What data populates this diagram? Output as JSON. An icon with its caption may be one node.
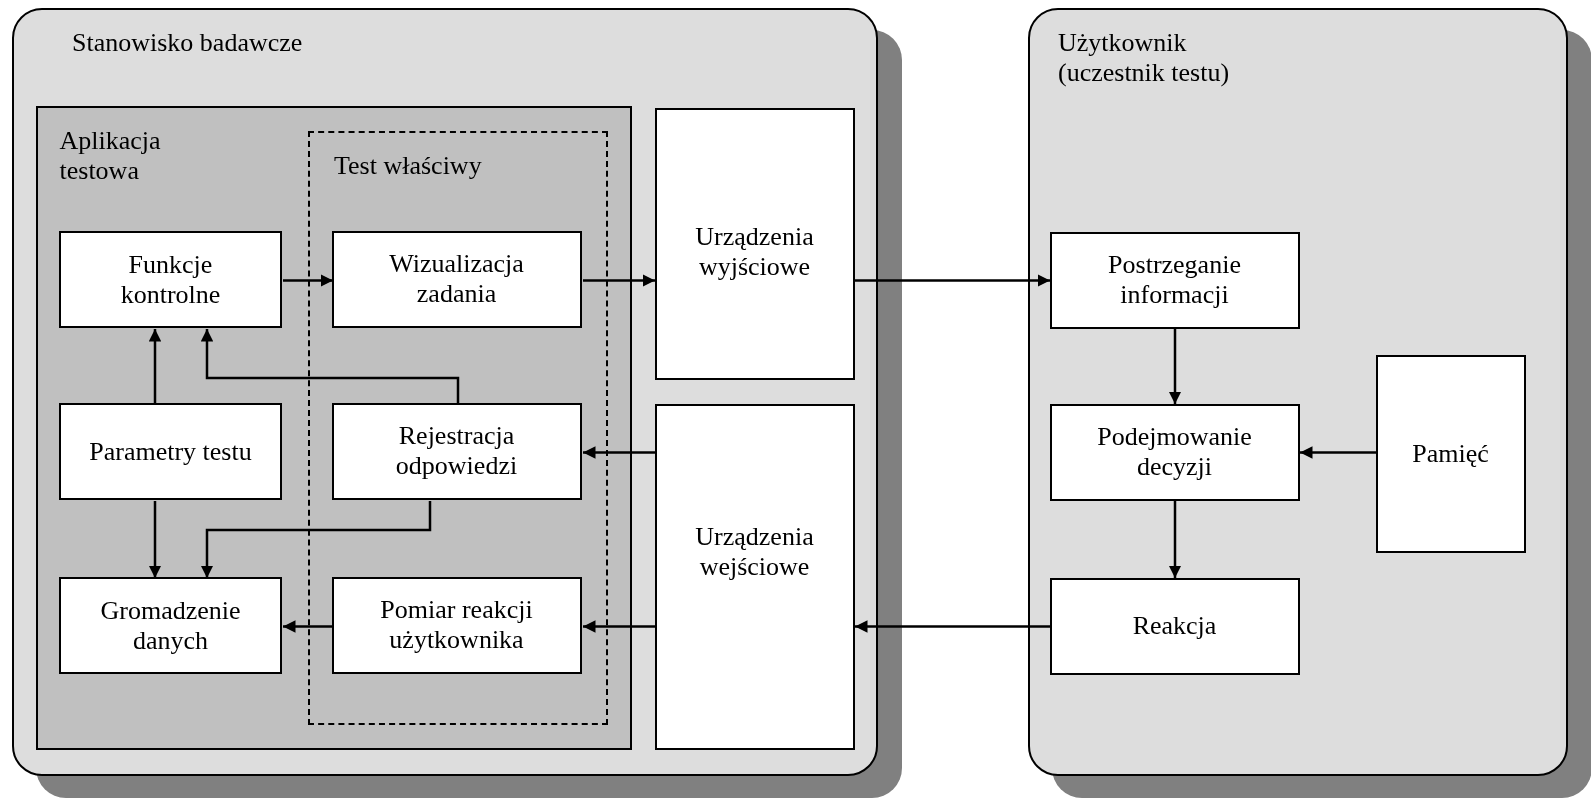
{
  "diagram": {
    "nodes": [
      {
        "text": [
          "Stanowisko badawcze"
        ]
      },
      {
        "text": [
          "Aplikacja testowa"
        ],
        "in": 0
      },
      {
        "text": [
          "Test właściwy"
        ],
        "in": 1
      },
      {
        "text": [
          "Funkcje kontrolne"
        ],
        "in": 1
      },
      {
        "text": [
          "Wizualizacja zadania"
        ],
        "in": 2
      },
      {
        "text": [
          "Urządzenia wyjściowe"
        ],
        "in": 0
      },
      {
        "text": [
          "Parametry testu"
        ],
        "in": 1
      },
      {
        "text": [
          "Rejestracja odpowiedzi"
        ],
        "in": 2
      },
      {
        "text": [
          "Urządzenia wejściowe"
        ],
        "in": 0
      },
      {
        "text": [
          "Gromadzenie danych"
        ],
        "in": 1
      },
      {
        "text": [
          "Pomiar reakcji użytkownika"
        ],
        "in": 2
      },
      {
        "text": [
          "Użytkownik (uczestnik testu)"
        ]
      },
      {
        "text": [
          "Postrzeganie informacji"
        ],
        "in": 11
      },
      {
        "text": [
          "Podejmowanie decyzji"
        ],
        "in": 11
      },
      {
        "text": [
          "Pamięć"
        ],
        "in": 11
      },
      {
        "text": [
          "Reakcja"
        ],
        "in": 11
      }
    ],
    "edges": [
      {
        "from": 3,
        "to": 4,
        "arrow": "to"
      },
      {
        "from": 4,
        "to": 5,
        "arrow": "to"
      },
      {
        "from": 5,
        "to": 12,
        "arrow": "to"
      },
      {
        "from": 12,
        "to": 13,
        "arrow": "to"
      },
      {
        "from": 14,
        "to": 13,
        "arrow": "to"
      },
      {
        "from": 13,
        "to": 15,
        "arrow": "to"
      },
      {
        "from": 15,
        "to": 8,
        "arrow": "to"
      },
      {
        "from": 8,
        "to": 7,
        "arrow": "to"
      },
      {
        "from": 8,
        "to": 10,
        "arrow": "to"
      },
      {
        "from": 10,
        "to": 9,
        "arrow": "to"
      },
      {
        "from": 7,
        "to": 3,
        "arrow": "to"
      },
      {
        "from": 7,
        "to": 9,
        "arrow": "to"
      },
      {
        "from": 6,
        "to": 3,
        "arrow": "to"
      },
      {
        "from": 6,
        "to": 9,
        "arrow": "to"
      }
    ]
  }
}
